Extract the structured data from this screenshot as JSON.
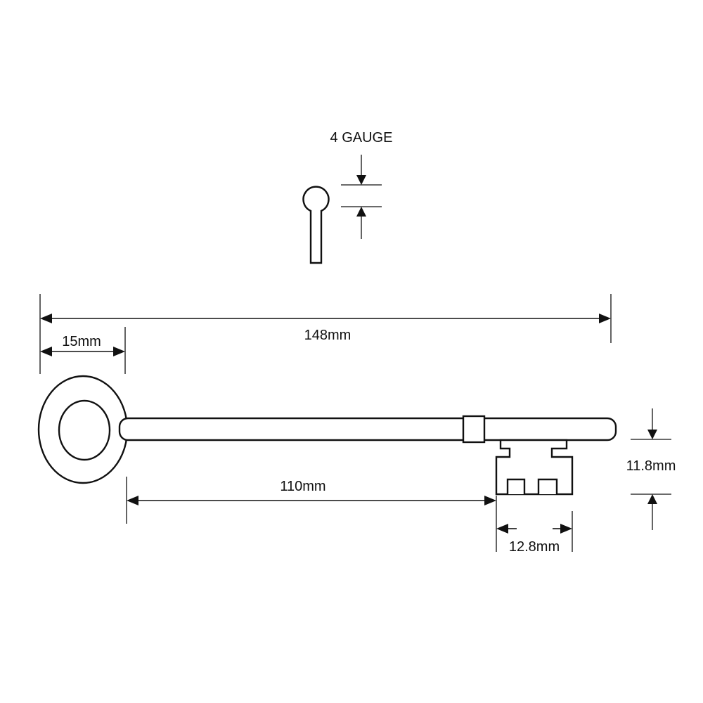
{
  "labels": {
    "gauge": "4 GAUGE",
    "overall_length": "148mm",
    "bow_width": "15mm",
    "shank_length": "110mm",
    "bit_height": "11.8mm",
    "bit_width": "12.8mm"
  },
  "colors": {
    "stroke": "#111111",
    "background": "#ffffff"
  }
}
